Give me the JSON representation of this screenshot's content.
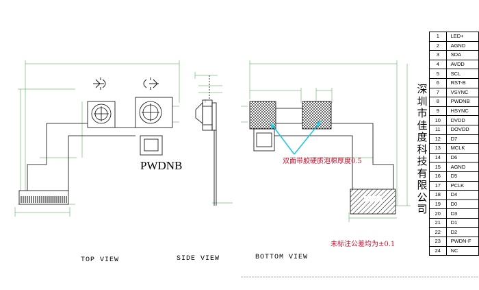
{
  "views": {
    "top": "TOP VIEW",
    "side": "SIDE VIEW",
    "bottom": "BOTTOM VIEW"
  },
  "pwdnb_label": "PWDNB",
  "notes": {
    "foam": "双面带胶硬质泡棉厚度0.5",
    "tolerance": "未标注公差均为±0.1"
  },
  "company_name": [
    "深",
    "圳",
    "市",
    "佳",
    "度",
    "科",
    "技",
    "有",
    "限",
    "公",
    "司"
  ],
  "pins": [
    {
      "num": "1",
      "name": "LED+"
    },
    {
      "num": "2",
      "name": "AGND"
    },
    {
      "num": "3",
      "name": "SDA"
    },
    {
      "num": "4",
      "name": "AVDD"
    },
    {
      "num": "5",
      "name": "SCL"
    },
    {
      "num": "6",
      "name": "RST-B"
    },
    {
      "num": "7",
      "name": "VSYNC"
    },
    {
      "num": "8",
      "name": "PWDNB"
    },
    {
      "num": "9",
      "name": "HSYNC"
    },
    {
      "num": "10",
      "name": "DVDD"
    },
    {
      "num": "11",
      "name": "DOVDD"
    },
    {
      "num": "12",
      "name": "D7"
    },
    {
      "num": "13",
      "name": "MCLK"
    },
    {
      "num": "14",
      "name": "D6"
    },
    {
      "num": "15",
      "name": "AGND"
    },
    {
      "num": "16",
      "name": "D5"
    },
    {
      "num": "17",
      "name": "PCLK"
    },
    {
      "num": "18",
      "name": "D4"
    },
    {
      "num": "19",
      "name": "D0"
    },
    {
      "num": "20",
      "name": "D3"
    },
    {
      "num": "21",
      "name": "D1"
    },
    {
      "num": "22",
      "name": "D2"
    },
    {
      "num": "23",
      "name": "PWDN-F"
    },
    {
      "num": "24",
      "name": "NC"
    }
  ],
  "colors": {
    "outline": "#000000",
    "dimension": "#3a9a3a",
    "note": "#c8102e",
    "arrow": "#22c7e0"
  }
}
